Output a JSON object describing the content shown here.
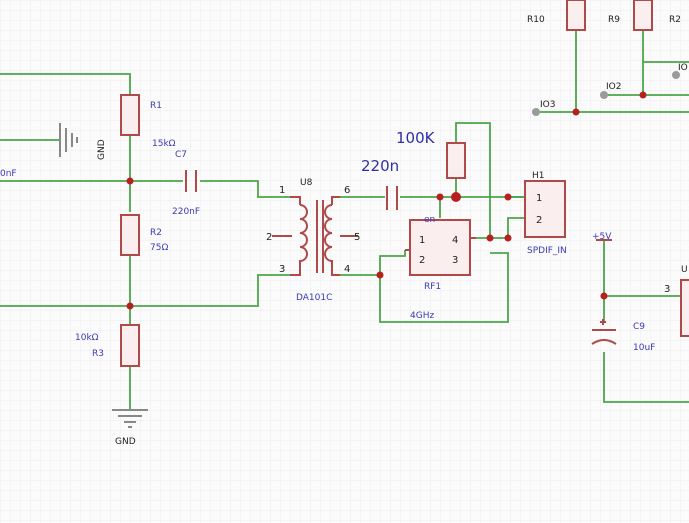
{
  "colors": {
    "wire": "#4aa64a",
    "component": "#b04a4a",
    "label": "#3a3ab8",
    "junction": "#b82020",
    "grid": "#eeeeee"
  },
  "labels": {
    "r1": "R1",
    "r1_val": "15kΩ",
    "r2": "R2",
    "r2_val": "75Ω",
    "r3": "R3",
    "r3_val": "10kΩ",
    "c7": "C7",
    "c7_val": "220nF",
    "gnd_top": "GND",
    "gnd_bottom": "GND",
    "left_cap_val": "0nF",
    "u8": "U8",
    "u8_part": "DA101C",
    "u8_pins": [
      "1",
      "2",
      "3",
      "4",
      "5",
      "6"
    ],
    "cap_220n": "220n",
    "res_100k": "100K",
    "rf1": "RF1",
    "rf1_freq": "4GHz",
    "rf1_pins": [
      "1",
      "2",
      "3",
      "4"
    ],
    "rf1_small": "en",
    "h1": "H1",
    "h1_pins": [
      "1",
      "2"
    ],
    "h1_name": "SPDIF_IN",
    "plus5v": "+5V",
    "c9": "C9",
    "c9_val": "10uF",
    "pin3": "3",
    "u_partial": "U",
    "r10": "R10",
    "r9": "R9",
    "r_partial": "R2",
    "io3": "IO3",
    "io2": "IO2",
    "io_partial": "IO"
  }
}
